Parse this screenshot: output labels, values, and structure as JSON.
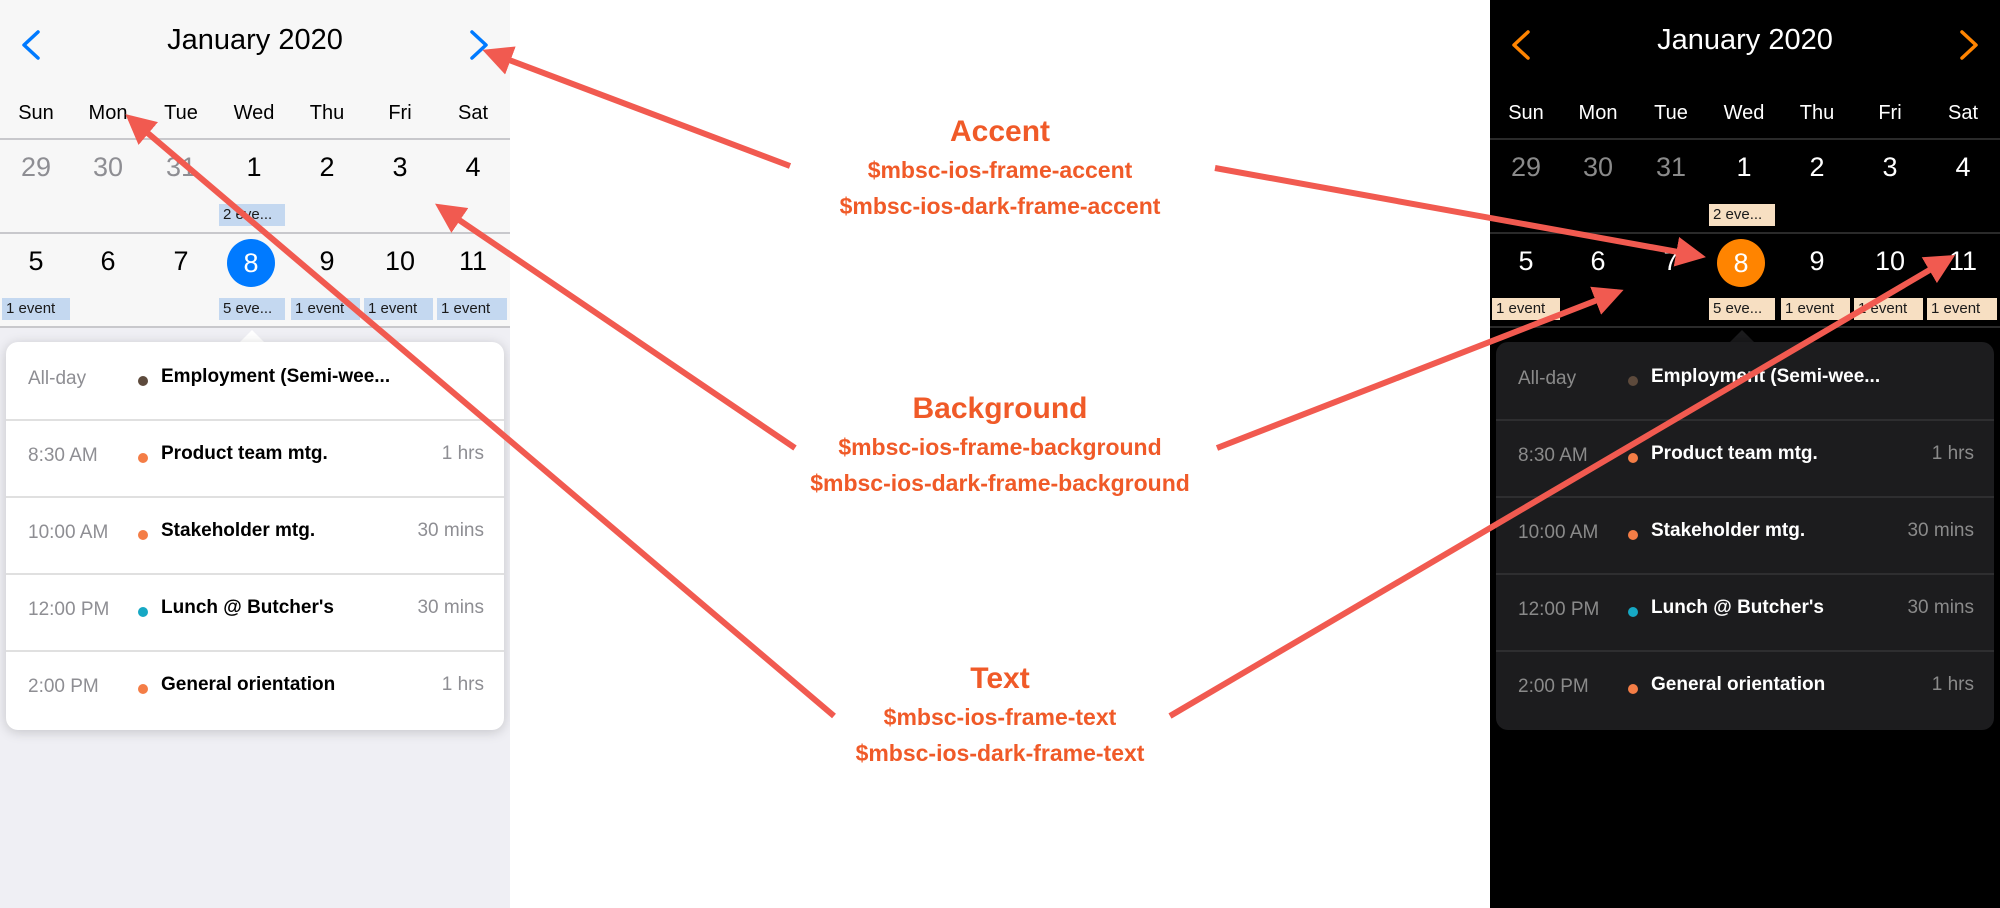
{
  "calendar": {
    "title": "January 2020",
    "weekdays": [
      "Sun",
      "Mon",
      "Tue",
      "Wed",
      "Thu",
      "Fri",
      "Sat"
    ],
    "week1": {
      "days": [
        "29",
        "30",
        "31",
        "1",
        "2",
        "3",
        "4"
      ],
      "label_wed": "2 eve..."
    },
    "week2": {
      "days": [
        "5",
        "6",
        "7",
        "8",
        "9",
        "10",
        "11"
      ],
      "label_sun": "1 event",
      "label_wed": "5 eve...",
      "label_thu": "1 event",
      "label_fri": "1 event",
      "label_sat": "1 event"
    },
    "selected_day": "8",
    "events": [
      {
        "time": "All-day",
        "title": "Employment (Semi-wee...",
        "duration": "",
        "color": "#5d4a3c"
      },
      {
        "time": "8:30 AM",
        "title": "Product team mtg.",
        "duration": "1 hrs",
        "color": "#f47d46"
      },
      {
        "time": "10:00 AM",
        "title": "Stakeholder mtg.",
        "duration": "30 mins",
        "color": "#f47d46"
      },
      {
        "time": "12:00 PM",
        "title": "Lunch @ Butcher's",
        "duration": "30 mins",
        "color": "#16a8c4"
      },
      {
        "time": "2:00 PM",
        "title": "General orientation",
        "duration": "1 hrs",
        "color": "#f47d46"
      }
    ]
  },
  "annotations": {
    "accent": {
      "title": "Accent",
      "var1": "$mbsc-ios-frame-accent",
      "var2": "$mbsc-ios-dark-frame-accent"
    },
    "background": {
      "title": "Background",
      "var1": "$mbsc-ios-frame-background",
      "var2": "$mbsc-ios-dark-frame-background"
    },
    "text": {
      "title": "Text",
      "var1": "$mbsc-ios-frame-text",
      "var2": "$mbsc-ios-dark-frame-text"
    }
  },
  "colors": {
    "light_accent": "#007aff",
    "dark_accent": "#ff8400",
    "annotation_text": "#f05a28",
    "arrow": "#f15a50"
  }
}
